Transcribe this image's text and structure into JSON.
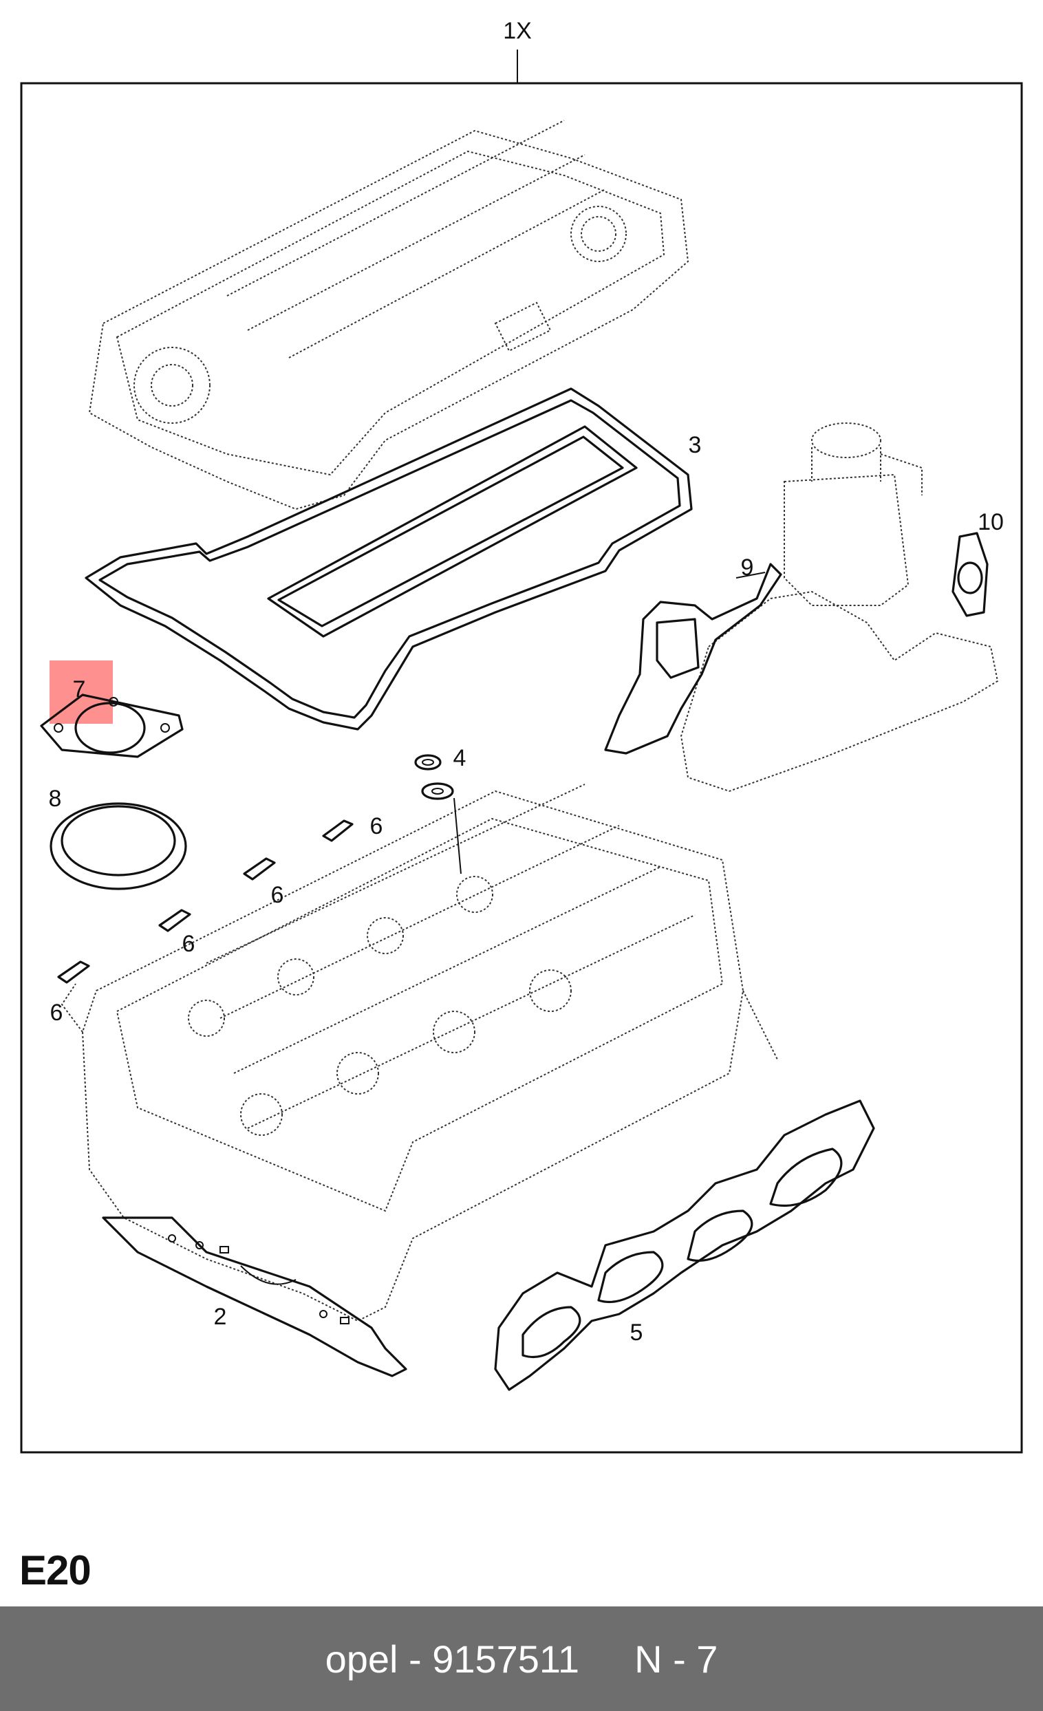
{
  "diagram": {
    "quantity_label": "1X",
    "highlight_color": "#ff6b6b",
    "highlighted_part": "7",
    "callouts": {
      "c2": "2",
      "c3": "3",
      "c4": "4",
      "c5": "5",
      "c6a": "6",
      "c6b": "6",
      "c6c": "6",
      "c6d": "6",
      "c7": "7",
      "c8": "8",
      "c9": "9",
      "c10": "10"
    }
  },
  "page": {
    "code": "E20"
  },
  "footer": {
    "part_ref": "opel - 9157511",
    "position_ref": "N - 7"
  }
}
